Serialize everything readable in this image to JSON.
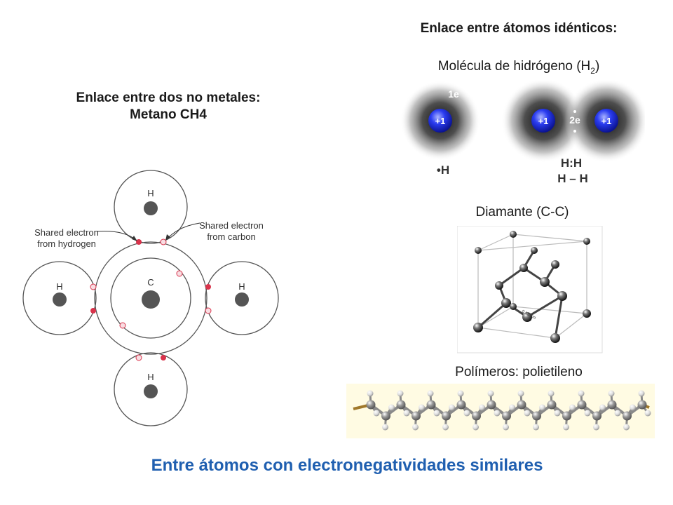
{
  "left": {
    "title_line1": "Enlace entre dos no metales:",
    "title_line2": "Metano CH4",
    "methane": {
      "atom_h": "H",
      "atom_c": "C",
      "label_shared_h_line1": "Shared electron",
      "label_shared_h_line2": "from hydrogen",
      "label_shared_c_line1": "Shared electron",
      "label_shared_c_line2": "from carbon"
    }
  },
  "right": {
    "title": "Enlace entre átomos idénticos:",
    "h2_caption_prefix": "Molécula de hidrógeno (H",
    "h2_caption_sub": "2",
    "h2_caption_suffix": ")",
    "h2": {
      "charge": "+1",
      "one_e": "1e",
      "two_e": "2e",
      "dot_h": "•H",
      "lewis": "H:H",
      "line": "H – H"
    },
    "diamond_caption": "Diamante (C-C)",
    "diamond_scale": "0.15 nm",
    "polymer_caption": "Polímeros: polietileno"
  },
  "footer": "Entre átomos con electronegatividades similares",
  "colors": {
    "accent_blue": "#1f5fb0",
    "shared_h_electron": "#d9334b",
    "shared_c_electron": "#f4c0c8",
    "nucleus_blue": "#2233ee",
    "polymer_bg": "#fffbe3"
  }
}
